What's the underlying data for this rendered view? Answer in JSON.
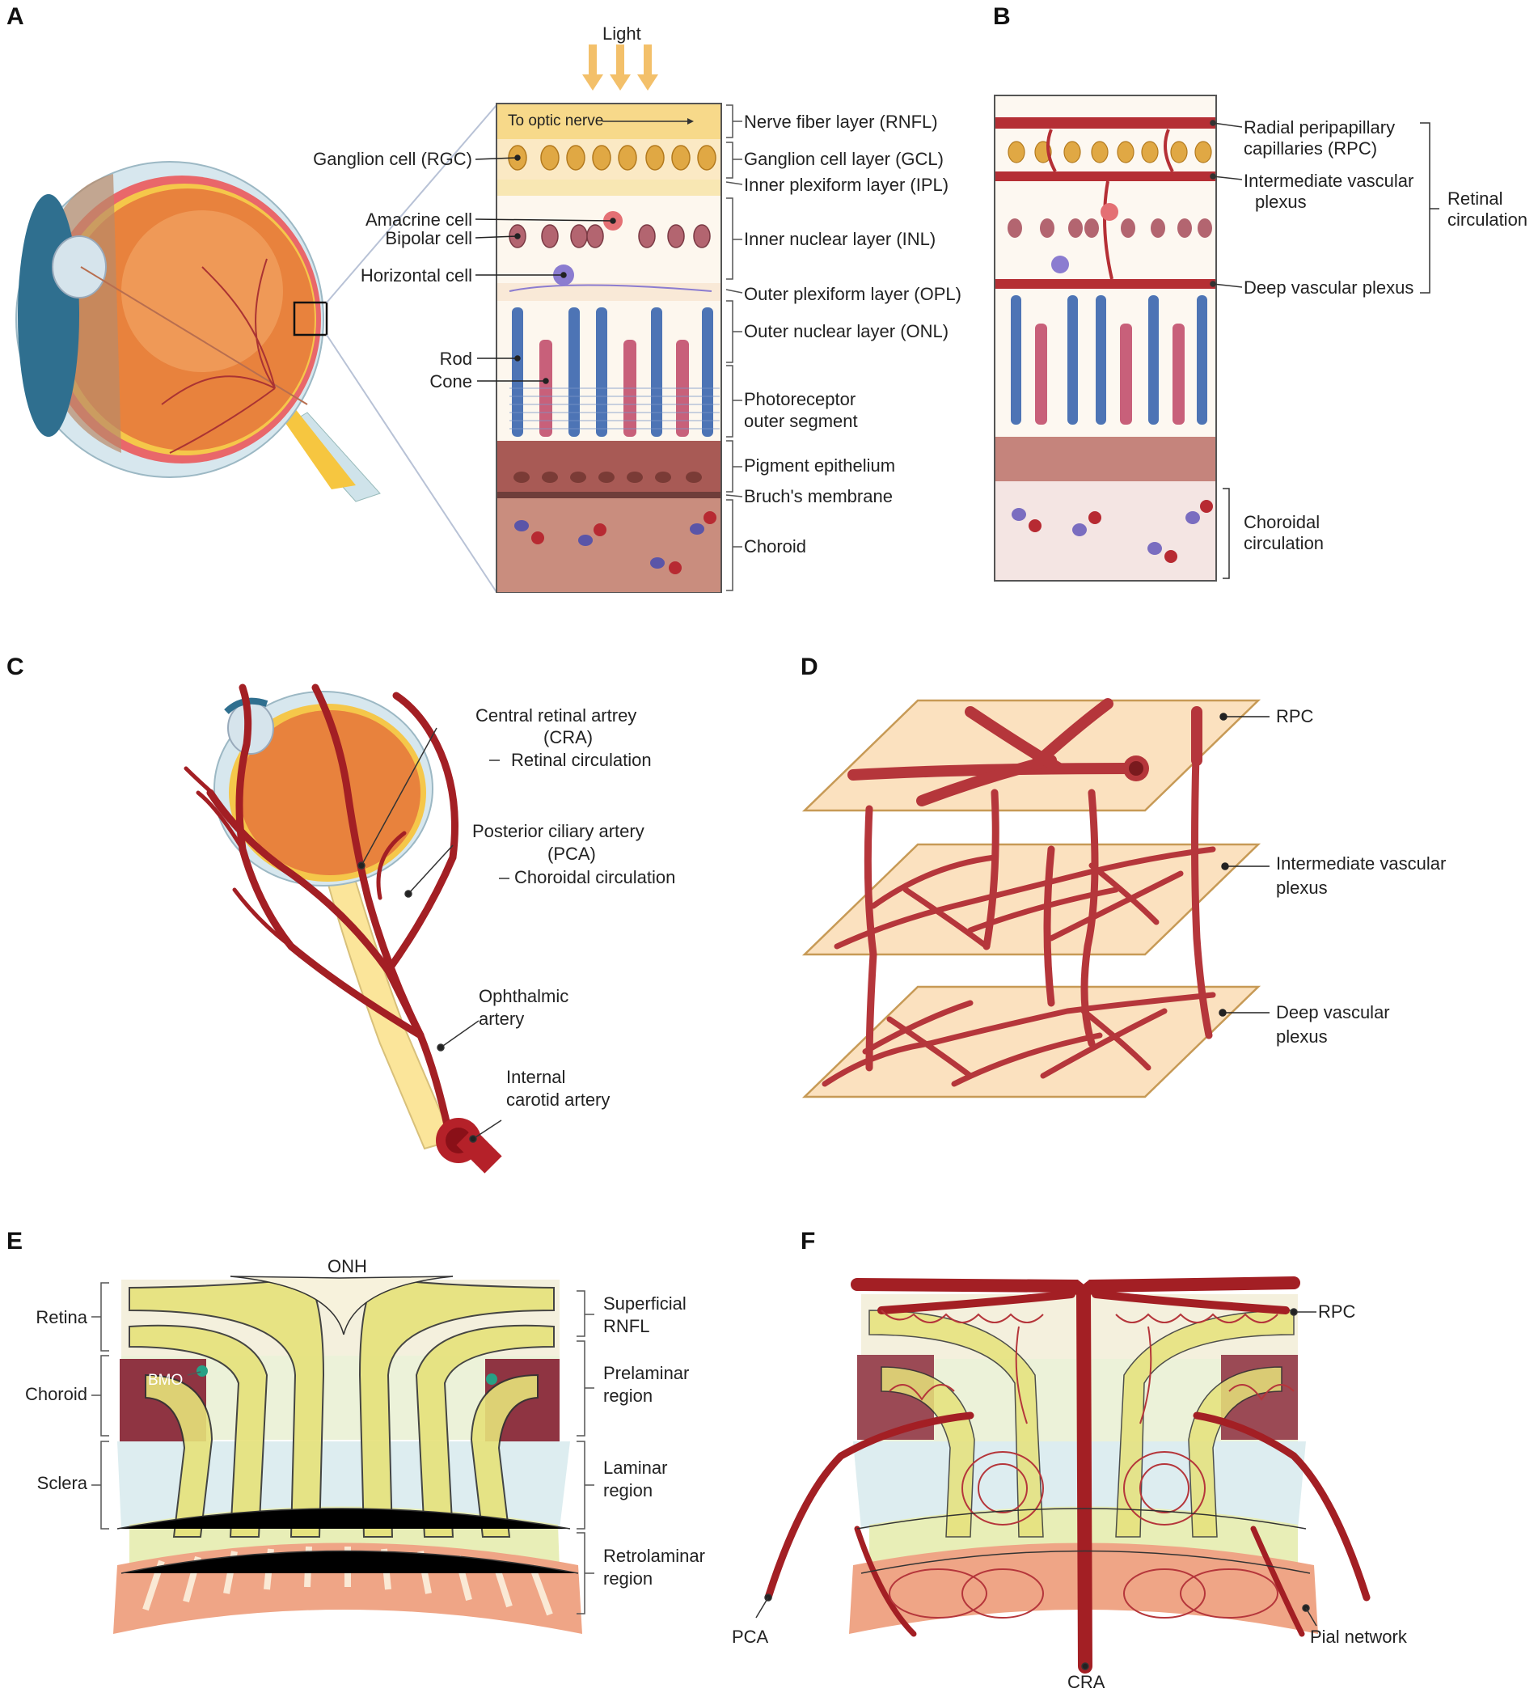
{
  "panels": {
    "a": "A",
    "b": "B",
    "c": "C",
    "d": "D",
    "e": "E",
    "f": "F"
  },
  "a": {
    "light": "Light",
    "to_optic_nerve": "To optic nerve",
    "left_labels": {
      "ganglion": "Ganglion cell (RGC)",
      "amacrine": "Amacrine cell",
      "bipolar": "Bipolar cell",
      "horizontal": "Horizontal cell",
      "rod": "Rod",
      "cone": "Cone"
    },
    "right_labels": {
      "rnfl": "Nerve fiber layer (RNFL)",
      "gcl": "Ganglion cell layer (GCL)",
      "ipl": "Inner plexiform layer (IPL)",
      "inl": "Inner nuclear layer (INL)",
      "opl": "Outer plexiform layer (OPL)",
      "onl": "Outer nuclear layer (ONL)",
      "pos1": "Photoreceptor",
      "pos2": "outer segment",
      "rpe": "Pigment epithelium",
      "bruch": "Bruch's membrane",
      "choroid": "Choroid"
    }
  },
  "b": {
    "rpc1": "Radial peripapillary",
    "rpc2": "capillaries (RPC)",
    "ivp1": "Intermediate vascular",
    "ivp2": "plexus",
    "dvp": "Deep vascular plexus",
    "retinal1": "Retinal",
    "retinal2": "circulation",
    "choroidal1": "Choroidal",
    "choroidal2": "circulation"
  },
  "c": {
    "cra1": "Central retinal artrey",
    "cra2": "(CRA)",
    "cra3": "Retinal circulation",
    "pca1": "Posterior ciliary artery",
    "pca2": "(PCA)",
    "pca3": "Choroidal circulation",
    "oph1": "Ophthalmic",
    "oph2": "artery",
    "ica1": "Internal",
    "ica2": "carotid artery"
  },
  "d": {
    "rpc": "RPC",
    "ivp1": "Intermediate vascular",
    "ivp2": "plexus",
    "dvp1": "Deep vascular",
    "dvp2": "plexus"
  },
  "e": {
    "onh": "ONH",
    "retina": "Retina",
    "choroid": "Choroid",
    "sclera": "Sclera",
    "bmo": "BMO",
    "srnfl1": "Superficial",
    "srnfl2": "RNFL",
    "pre1": "Prelaminar",
    "pre2": "region",
    "lam1": "Laminar",
    "lam2": "region",
    "retro1": "Retrolaminar",
    "retro2": "region"
  },
  "f": {
    "rpc": "RPC",
    "pca": "PCA",
    "pial": "Pial network",
    "cra": "CRA"
  }
}
